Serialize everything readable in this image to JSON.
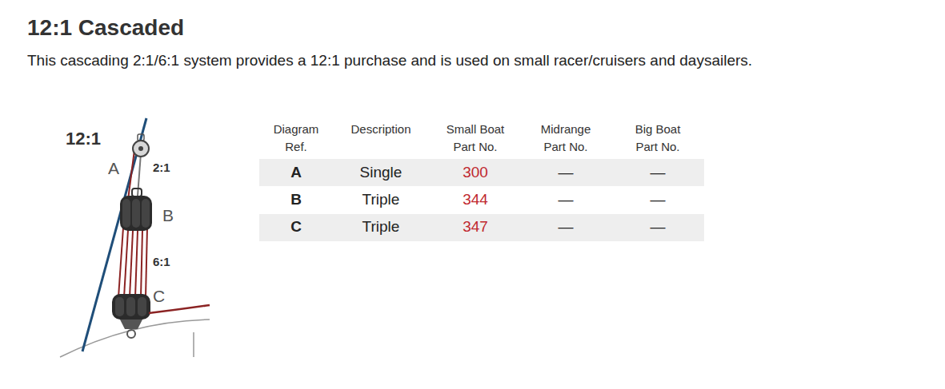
{
  "diagram": {
    "title": "12:1 Cascaded",
    "caption": "This cascading 2:1/6:1 system provides a 12:1 purchase and is used on small racer/cruisers and daysailers.",
    "labels": [
      "12:1",
      "A",
      "2:1",
      "B",
      "6:1",
      "C",
      "Diagram Ref.",
      "Description",
      "Small Boat Part No.",
      "Midrange Part No.",
      "Big Boat Part No.",
      "A",
      "Single",
      "300",
      "—",
      "—",
      "B",
      "Triple",
      "344",
      "—",
      "—",
      "C",
      "Triple",
      "347",
      "—",
      "—"
    ]
  }
}
